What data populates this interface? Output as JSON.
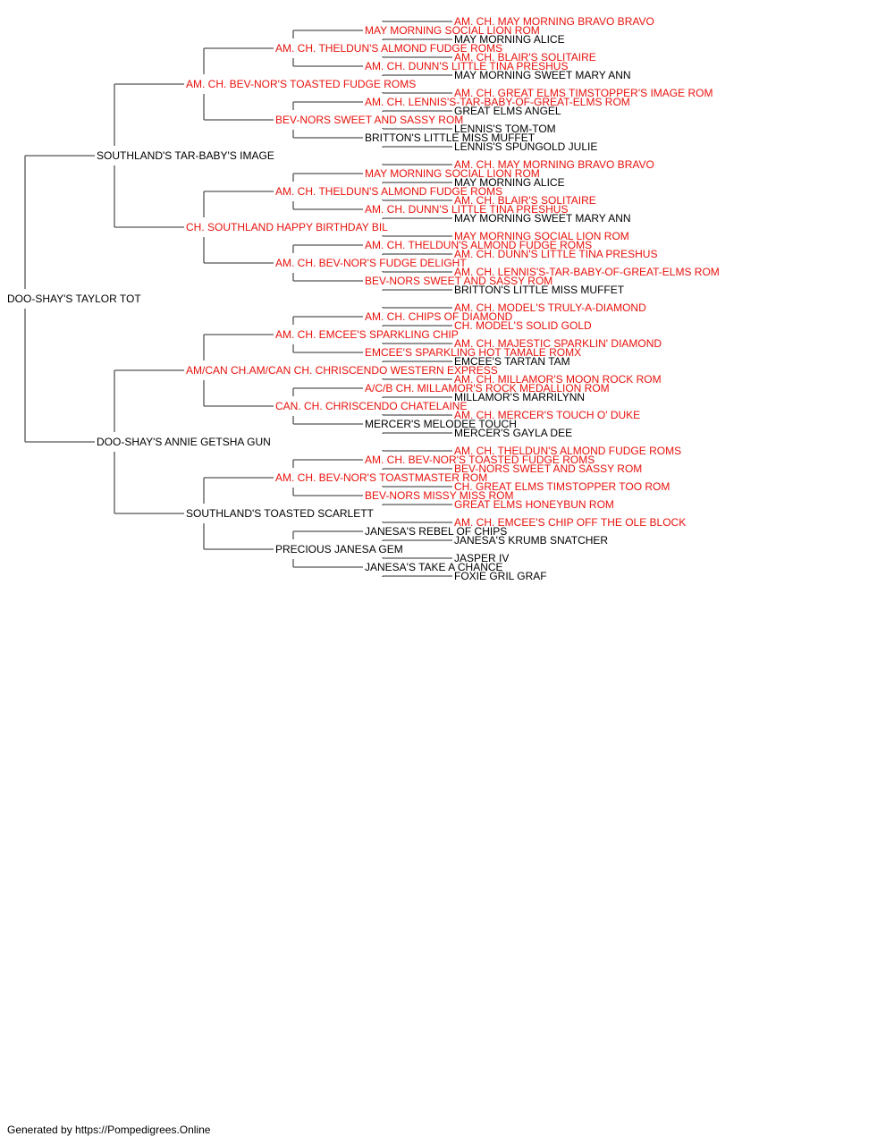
{
  "colors": {
    "champion": "#e8120c",
    "normal": "#000000",
    "line": "#555555"
  },
  "pedigree": {
    "name": "DOO-SHAY'S TAYLOR TOT",
    "ch": false,
    "sire": {
      "name": "SOUTHLAND'S TAR-BABY'S IMAGE",
      "ch": false,
      "sire": {
        "name": "AM. CH. BEV-NOR'S TOASTED FUDGE ROMS",
        "ch": true,
        "sire": {
          "name": "AM. CH. THELDUN'S ALMOND FUDGE ROMS",
          "ch": true,
          "sire": {
            "name": "MAY MORNING SOCIAL LION ROM",
            "ch": true,
            "sire": {
              "name": "AM. CH. MAY MORNING BRAVO BRAVO",
              "ch": true
            },
            "dam": {
              "name": "MAY MORNING ALICE",
              "ch": false
            }
          },
          "dam": {
            "name": "AM. CH. DUNN'S LITTLE TINA PRESHUS",
            "ch": true,
            "sire": {
              "name": "AM. CH. BLAIR'S SOLITAIRE",
              "ch": true
            },
            "dam": {
              "name": "MAY MORNING SWEET MARY ANN",
              "ch": false
            }
          }
        },
        "dam": {
          "name": "BEV-NORS SWEET AND SASSY ROM",
          "ch": true,
          "sire": {
            "name": "AM. CH. LENNIS'S-TAR-BABY-OF-GREAT-ELMS ROM",
            "ch": true,
            "sire": {
              "name": "AM. CH. GREAT ELMS TIMSTOPPER'S IMAGE ROM",
              "ch": true
            },
            "dam": {
              "name": "GREAT ELMS ANGEL",
              "ch": false
            }
          },
          "dam": {
            "name": "BRITTON'S LITTLE MISS MUFFET",
            "ch": false,
            "sire": {
              "name": "LENNIS'S TOM-TOM",
              "ch": false
            },
            "dam": {
              "name": "LENNIS'S SPUNGOLD JULIE",
              "ch": false
            }
          }
        }
      },
      "dam": {
        "name": "CH. SOUTHLAND HAPPY BIRTHDAY BIL",
        "ch": true,
        "sire": {
          "name": "AM. CH. THELDUN'S ALMOND FUDGE ROMS",
          "ch": true,
          "sire": {
            "name": "MAY MORNING SOCIAL LION ROM",
            "ch": true,
            "sire": {
              "name": "AM. CH. MAY MORNING BRAVO BRAVO",
              "ch": true
            },
            "dam": {
              "name": "MAY MORNING ALICE",
              "ch": false
            }
          },
          "dam": {
            "name": "AM. CH. DUNN'S LITTLE TINA PRESHUS",
            "ch": true,
            "sire": {
              "name": "AM. CH. BLAIR'S SOLITAIRE",
              "ch": true
            },
            "dam": {
              "name": "MAY MORNING SWEET MARY ANN",
              "ch": false
            }
          }
        },
        "dam": {
          "name": "AM. CH. BEV-NOR'S FUDGE DELIGHT",
          "ch": true,
          "sire": {
            "name": "AM. CH. THELDUN'S ALMOND FUDGE ROMS",
            "ch": true,
            "sire": {
              "name": "MAY MORNING SOCIAL LION ROM",
              "ch": true
            },
            "dam": {
              "name": "AM. CH. DUNN'S LITTLE TINA PRESHUS",
              "ch": true
            }
          },
          "dam": {
            "name": "BEV-NORS SWEET AND SASSY ROM",
            "ch": true,
            "sire": {
              "name": "AM. CH. LENNIS'S-TAR-BABY-OF-GREAT-ELMS ROM",
              "ch": true
            },
            "dam": {
              "name": "BRITTON'S LITTLE MISS MUFFET",
              "ch": false
            }
          }
        }
      }
    },
    "dam": {
      "name": "DOO-SHAY'S ANNIE GETSHA GUN",
      "ch": false,
      "sire": {
        "name": "AM/CAN CH.AM/CAN CH. CHRISCENDO WESTERN EXPRESS",
        "ch": true,
        "sire": {
          "name": "AM. CH. EMCEE'S SPARKLING CHIP",
          "ch": true,
          "sire": {
            "name": "AM. CH. CHIPS OF DIAMOND",
            "ch": true,
            "sire": {
              "name": "AM. CH. MODEL'S TRULY-A-DIAMOND",
              "ch": true
            },
            "dam": {
              "name": "CH. MODEL'S SOLID GOLD",
              "ch": true
            }
          },
          "dam": {
            "name": "EMCEE'S SPARKLING HOT TAMALE ROMX",
            "ch": true,
            "sire": {
              "name": "AM. CH. MAJESTIC SPARKLIN' DIAMOND",
              "ch": true
            },
            "dam": {
              "name": "EMCEE'S TARTAN TAM",
              "ch": false
            }
          }
        },
        "dam": {
          "name": "CAN. CH. CHRISCENDO CHATELAINE",
          "ch": true,
          "sire": {
            "name": "A/C/B CH. MILLAMOR'S ROCK MEDALLION ROM",
            "ch": true,
            "sire": {
              "name": "AM. CH. MILLAMOR'S MOON ROCK ROM",
              "ch": true
            },
            "dam": {
              "name": "MILLAMOR'S MARRILYNN",
              "ch": false
            }
          },
          "dam": {
            "name": "MERCER'S MELODEE TOUCH",
            "ch": false,
            "sire": {
              "name": "AM. CH. MERCER'S TOUCH O' DUKE",
              "ch": true
            },
            "dam": {
              "name": "MERCER'S GAYLA DEE",
              "ch": false
            }
          }
        }
      },
      "dam": {
        "name": "SOUTHLAND'S TOASTED SCARLETT",
        "ch": false,
        "sire": {
          "name": "AM. CH. BEV-NOR'S TOASTMASTER ROM",
          "ch": true,
          "sire": {
            "name": "AM. CH. BEV-NOR'S TOASTED FUDGE ROMS",
            "ch": true,
            "sire": {
              "name": "AM. CH. THELDUN'S ALMOND FUDGE ROMS",
              "ch": true
            },
            "dam": {
              "name": "BEV-NORS SWEET AND SASSY ROM",
              "ch": true
            }
          },
          "dam": {
            "name": "BEV-NORS MISSY MISS ROM",
            "ch": true,
            "sire": {
              "name": "CH. GREAT ELMS TIMSTOPPER TOO ROM",
              "ch": true
            },
            "dam": {
              "name": "GREAT ELMS HONEYBUN ROM",
              "ch": true
            }
          }
        },
        "dam": {
          "name": "PRECIOUS JANESA GEM",
          "ch": false,
          "sire": {
            "name": "JANESA'S REBEL OF CHIPS",
            "ch": false,
            "sire": {
              "name": "AM. CH. EMCEE'S CHIP OFF THE OLE BLOCK",
              "ch": true
            },
            "dam": {
              "name": "JANESA'S KRUMB SNATCHER",
              "ch": false
            }
          },
          "dam": {
            "name": "JANESA'S TAKE A CHANCE",
            "ch": false,
            "sire": {
              "name": "JASPER IV",
              "ch": false
            },
            "dam": {
              "name": "FOXIE GRIL GRAF",
              "ch": false
            }
          }
        }
      }
    }
  },
  "footer": "Generated by https://Pompedigrees.Online"
}
